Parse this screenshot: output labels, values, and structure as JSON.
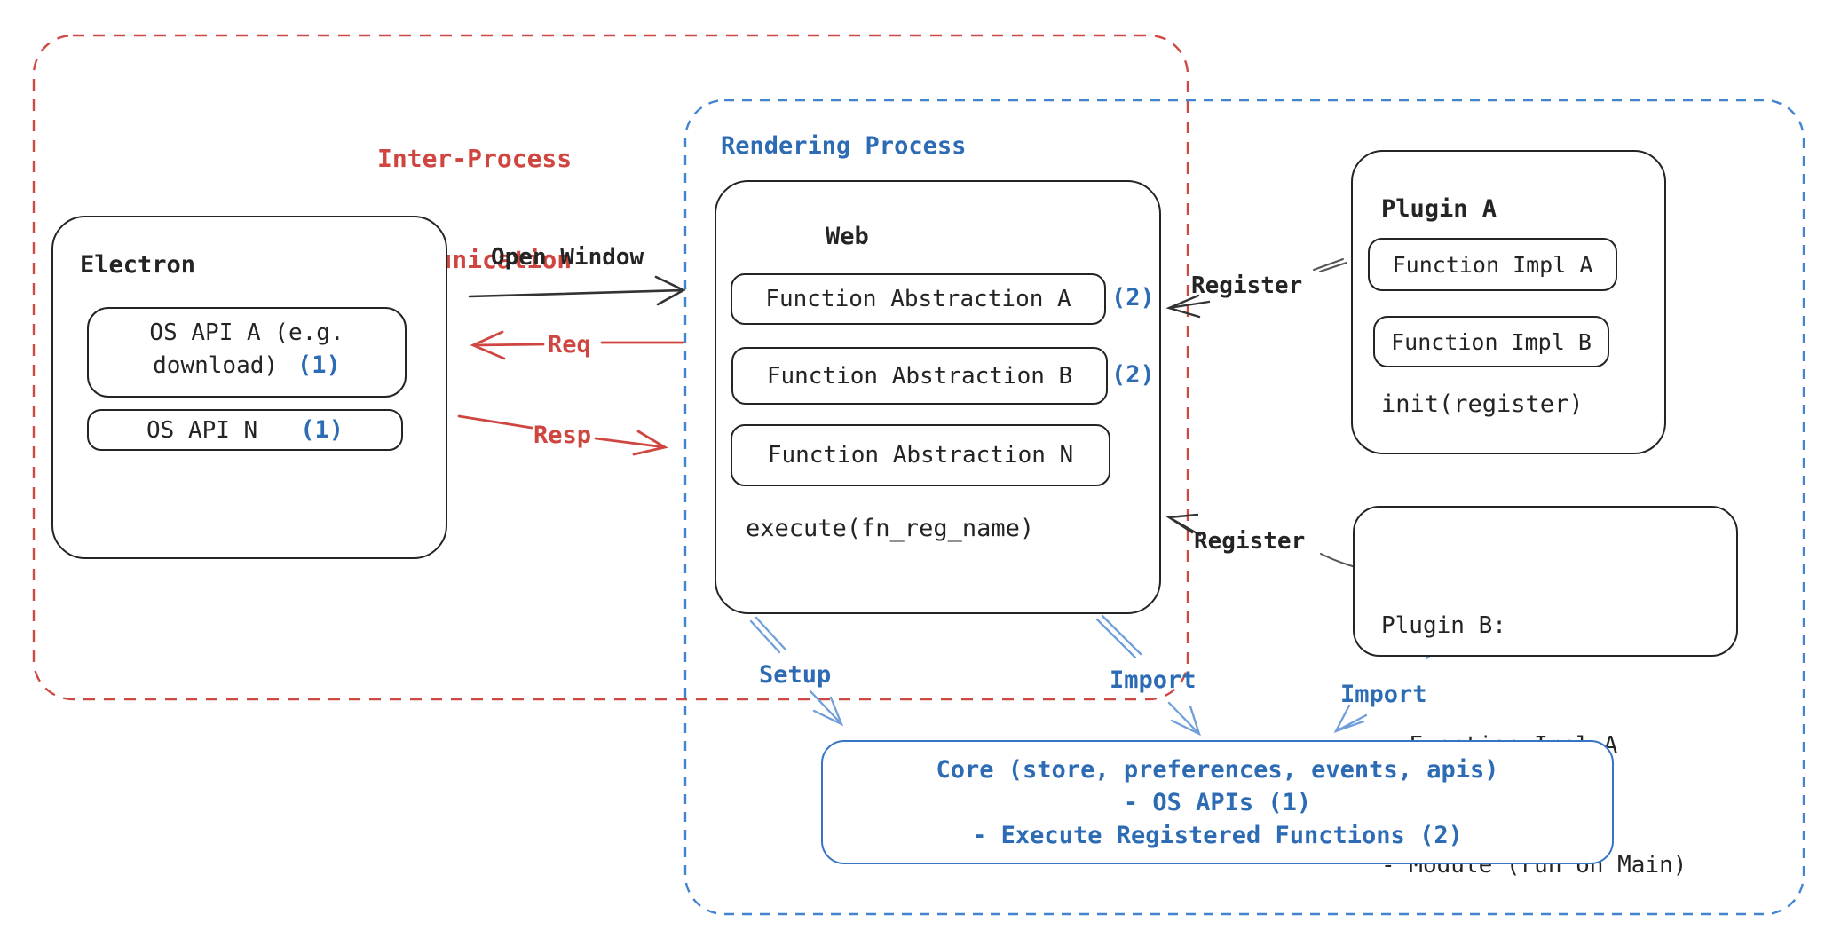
{
  "diagram": {
    "ipc_region": {
      "label_line1": "Inter-Process",
      "label_line2": "Communication"
    },
    "rendering_region": {
      "label": "Rendering Process"
    },
    "electron": {
      "title": "Electron",
      "os_api_a_line1": "OS API A (e.g.",
      "os_api_a_line2": "download)",
      "os_api_a_badge": "(1)",
      "os_api_n_label": "OS API N",
      "os_api_n_badge": "(1)"
    },
    "web": {
      "title": "Web",
      "fn_a_label": "Function Abstraction A",
      "fn_a_badge": "(2)",
      "fn_b_label": "Function Abstraction B",
      "fn_b_badge": "(2)",
      "fn_n_label": "Function Abstraction N",
      "footer": "execute(fn_reg_name)"
    },
    "plugin_a": {
      "title": "Plugin A",
      "impl_a_label": "Function Impl A",
      "impl_b_label": "Function Impl B",
      "footer": "init(register)"
    },
    "plugin_b": {
      "title": "Plugin B:",
      "line1": "- Function Impl A",
      "line2": "- Module (run on Main)"
    },
    "core": {
      "line1": "Core (store, preferences, events, apis)",
      "line2": "- OS APIs (1)",
      "line3": "- Execute Registered Functions (2)"
    },
    "labels": {
      "open_window": "Open Window",
      "req": "Req",
      "resp": "Resp",
      "register_plugin_a": "Register",
      "register_plugin_b": "Register",
      "setup": "Setup",
      "import_web": "Import",
      "import_plugin_b": "Import"
    },
    "colors": {
      "red": "#cf4540",
      "blue_text": "#2d6cb4",
      "blue_border": "#4284cf",
      "blue_arrow": "#6f9ed9",
      "ink": "#242424"
    }
  }
}
